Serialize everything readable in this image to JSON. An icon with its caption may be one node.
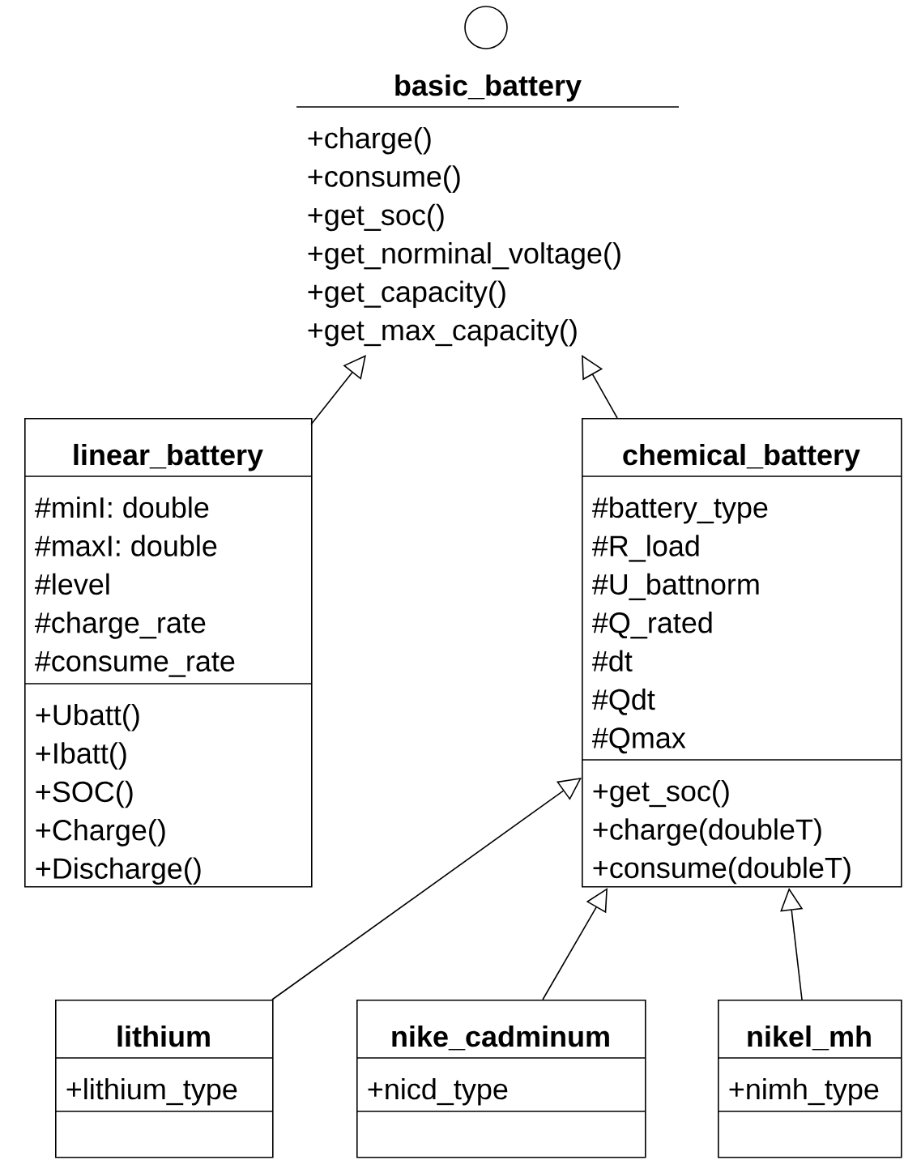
{
  "diagram": {
    "nodes": [
      {
        "text": [],
        "shape": "circle"
      },
      {
        "text": [
          "basic_battery",
          "+charge()",
          "+consume()",
          "+get_soc()",
          "+get_norminal_voltage()",
          "+get_capacity()",
          "+get_max_capacity()"
        ]
      },
      {
        "text": [
          "linear_battery",
          "#minI: double",
          "#maxI: double",
          "#level",
          "#charge_rate",
          "#consume_rate",
          "+Ubatt()",
          "+Ibatt()",
          "+SOC()",
          "+Charge()",
          "+Discharge()"
        ]
      },
      {
        "text": [
          "chemical_battery",
          "#battery_type",
          "#R_load",
          "#U_battnorm",
          "#Q_rated",
          "#dt",
          "#Qdt",
          "#Qmax",
          "+get_soc()",
          "+charge(doubleT)",
          "+consume(doubleT)"
        ]
      },
      {
        "text": [
          "lithium",
          "+lithium_type"
        ]
      },
      {
        "text": [
          "nike_cadminum",
          "+nicd_type"
        ]
      },
      {
        "text": [
          "nikel_mh",
          "+nimh_type"
        ]
      }
    ],
    "edges": [
      {
        "from": 2,
        "to": 1,
        "arrow": "to"
      },
      {
        "from": 3,
        "to": 1,
        "arrow": "to"
      },
      {
        "from": 4,
        "to": 3,
        "arrow": "to"
      },
      {
        "from": 5,
        "to": 3,
        "arrow": "to"
      },
      {
        "from": 6,
        "to": 3,
        "arrow": "to"
      }
    ]
  }
}
